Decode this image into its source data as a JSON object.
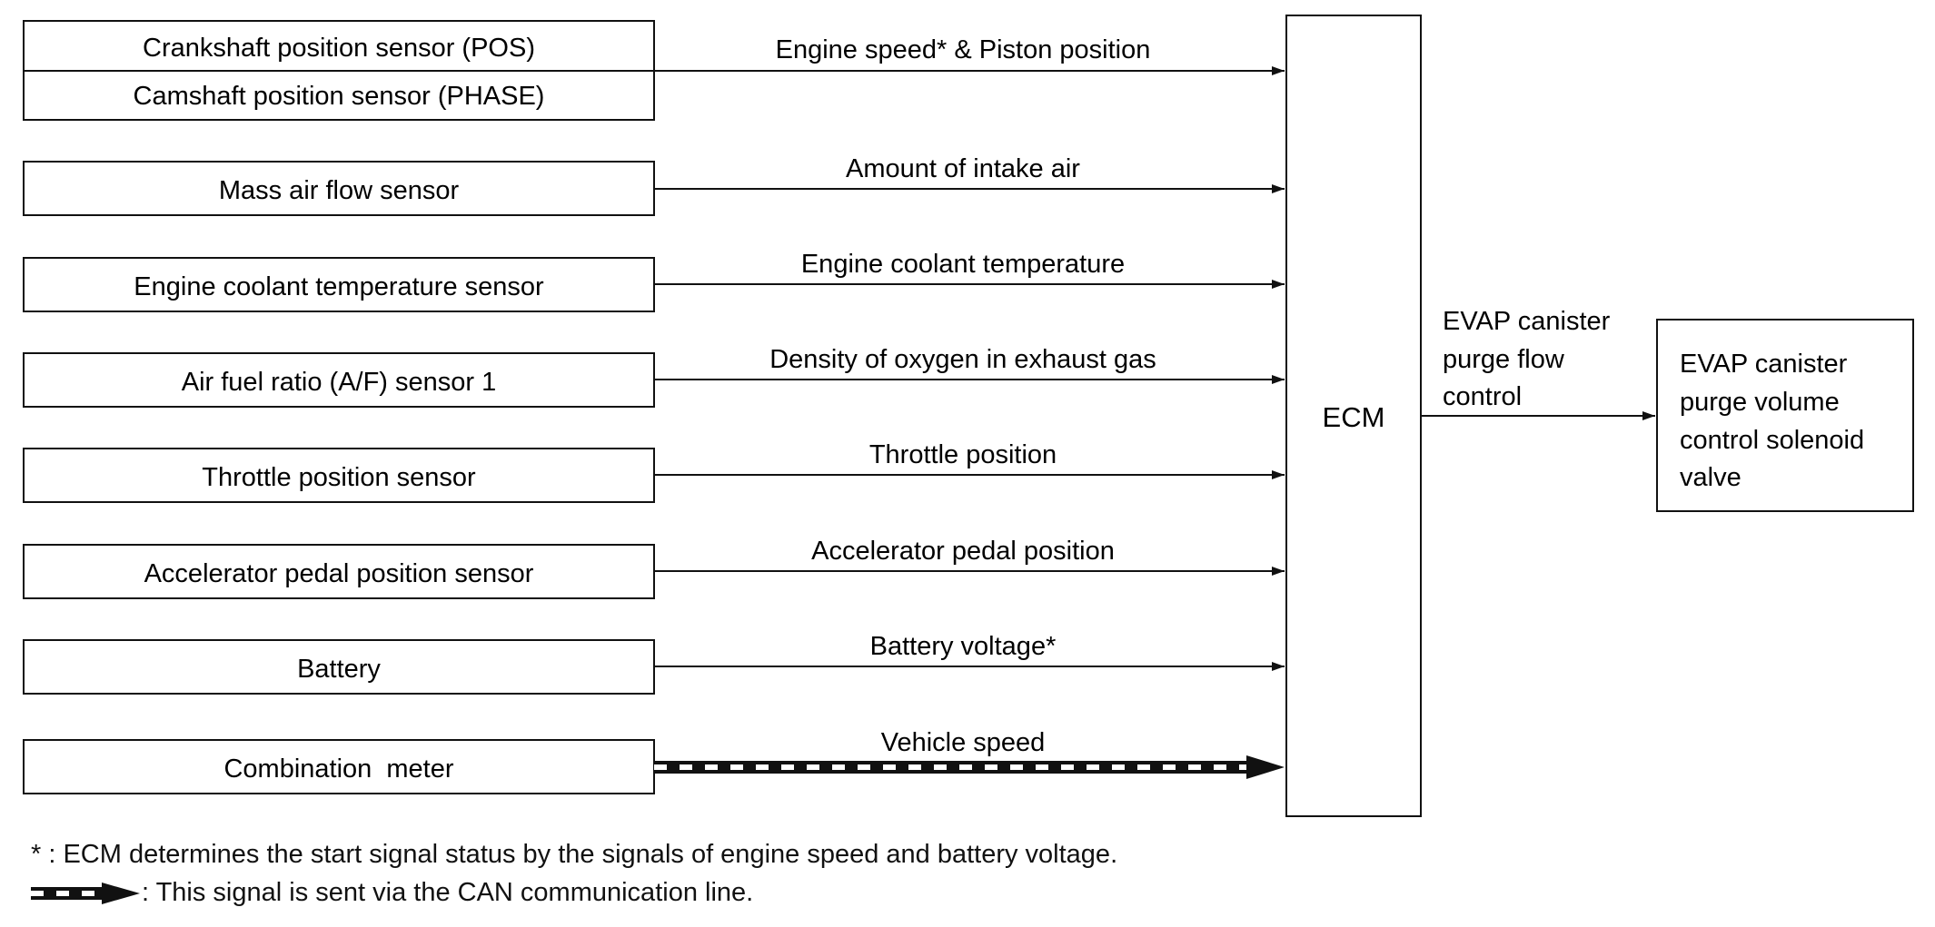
{
  "sensors": [
    {
      "label": "Crankshaft position sensor (POS)",
      "label2": "Camshaft position sensor (PHASE)",
      "signal": "Engine speed* & Piston position",
      "can": false
    },
    {
      "label": "Mass air flow sensor",
      "signal": "Amount of intake air",
      "can": false
    },
    {
      "label": "Engine coolant temperature sensor",
      "signal": "Engine coolant temperature",
      "can": false
    },
    {
      "label": "Air fuel ratio (A/F) sensor 1",
      "signal": "Density of oxygen in exhaust gas",
      "can": false
    },
    {
      "label": "Throttle position sensor",
      "signal": "Throttle position",
      "can": false
    },
    {
      "label": "Accelerator pedal position sensor",
      "signal": "Accelerator pedal position",
      "can": false
    },
    {
      "label": "Battery",
      "signal": "Battery voltage*",
      "can": false
    },
    {
      "label": "Combination  meter",
      "signal": "Vehicle speed",
      "can": true
    }
  ],
  "ecm": {
    "label": "ECM"
  },
  "output": {
    "signal_lines": [
      "EVAP canister",
      "purge flow",
      "control"
    ],
    "actuator_lines": [
      "EVAP canister",
      "purge volume",
      "control solenoid",
      "valve"
    ]
  },
  "footnotes": {
    "asterisk": "* : ECM determines the start signal status by the signals of engine speed and battery voltage.",
    "can_legend": ": This signal is sent via the CAN communication line."
  }
}
